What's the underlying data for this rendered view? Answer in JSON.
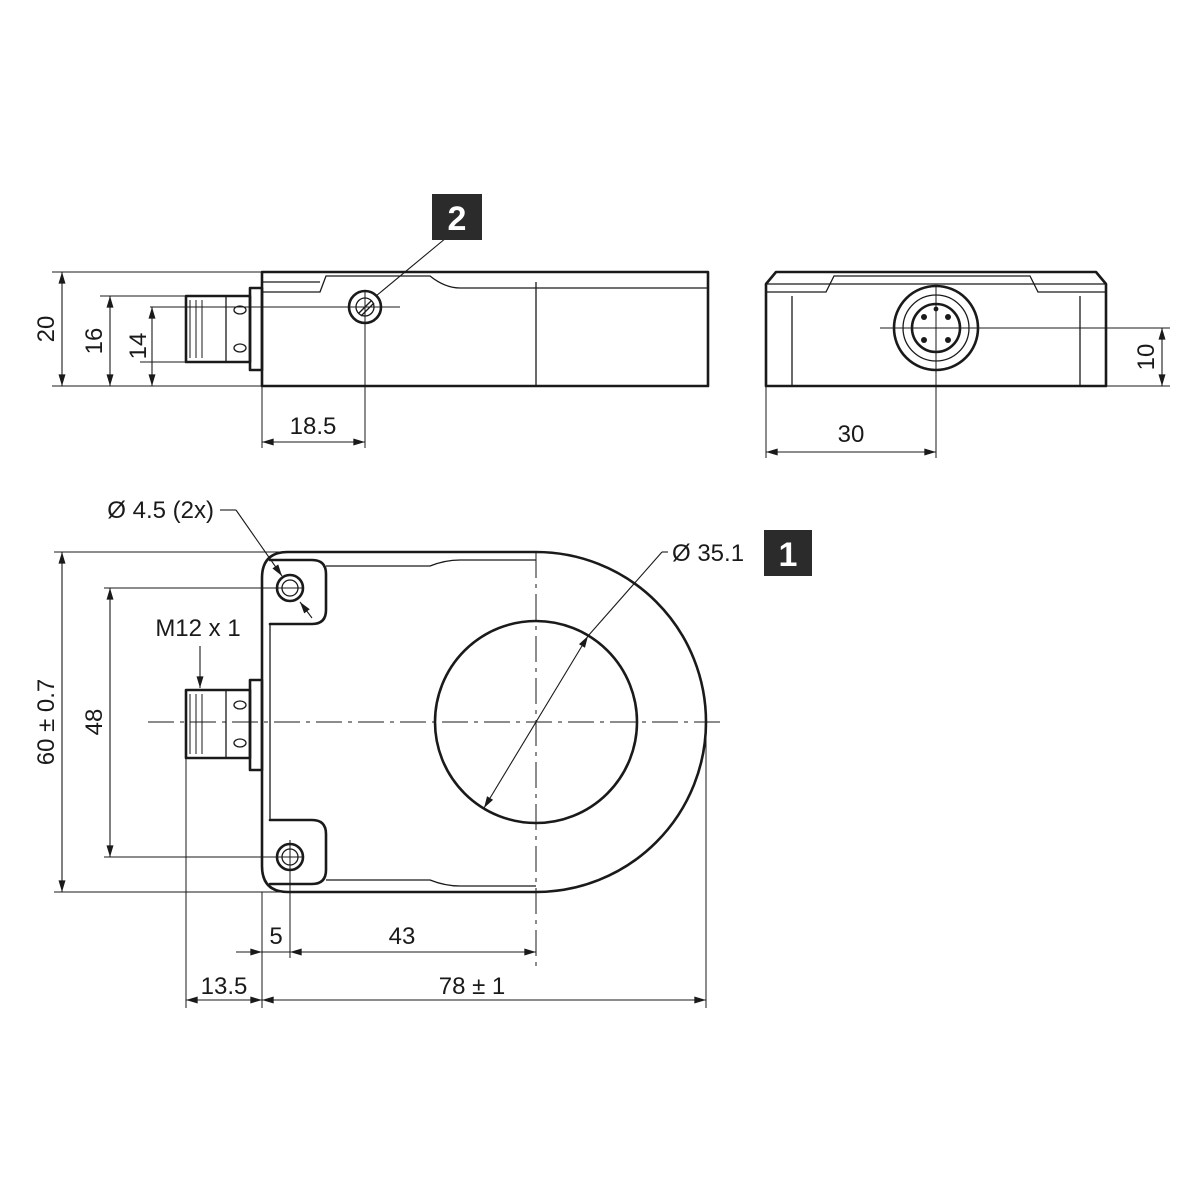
{
  "dimensions": {
    "side_height_total": "20",
    "side_height_16": "16",
    "side_height_14": "14",
    "side_offset_18_5": "18.5",
    "end_width_30": "30",
    "end_height_10": "10",
    "hole_diameter": "Ø 4.5 (2x)",
    "thread": "M12 x 1",
    "ring_diameter": "Ø 35.1",
    "height_60": "60 ± 0.7",
    "hole_spacing_48": "48",
    "offset_5": "5",
    "offset_43": "43",
    "offset_13_5": "13.5",
    "length_78": "78 ± 1"
  },
  "callouts": {
    "ring_callout": "1",
    "screw_callout": "2"
  },
  "colors": {
    "line": "#1a1a1a",
    "badge_background": "#2b2b2b",
    "badge_text": "#ffffff"
  }
}
